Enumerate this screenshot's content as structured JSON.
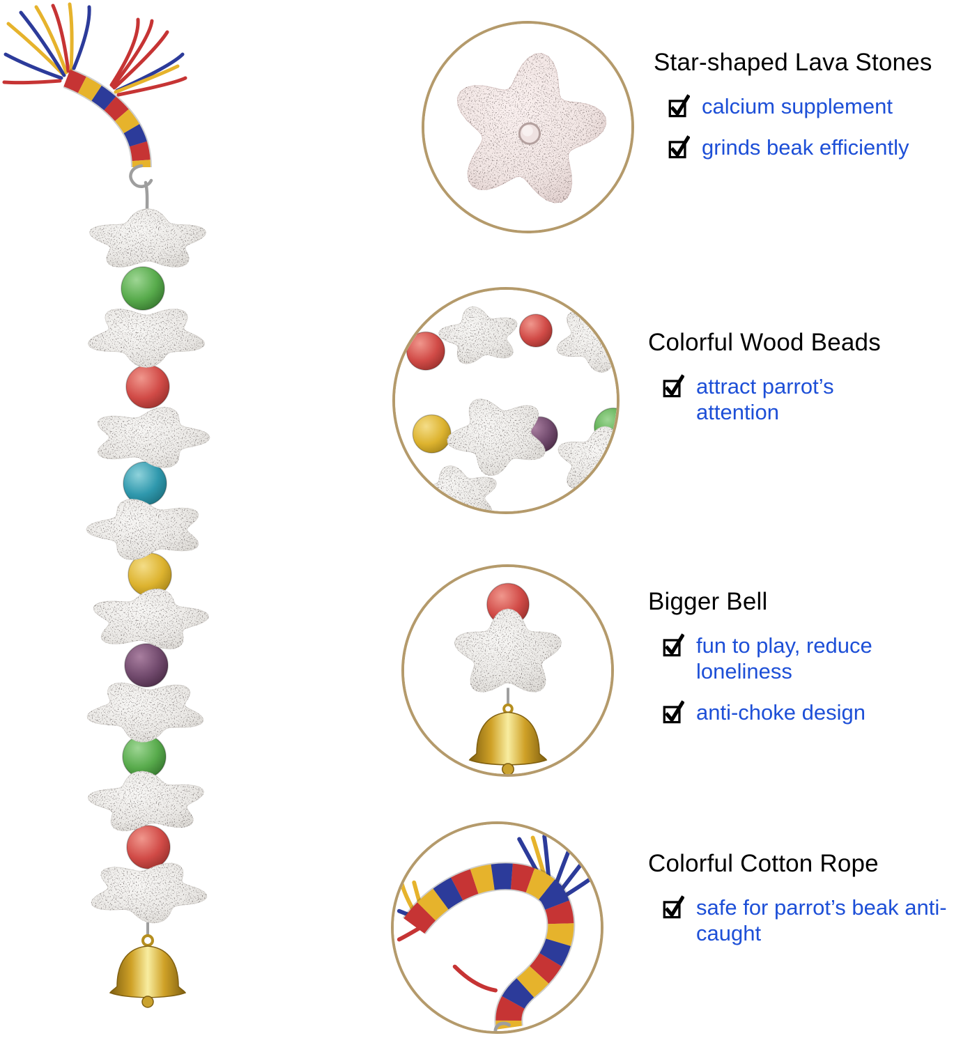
{
  "callouts": [
    {
      "title": "Star-shaped Lava Stones",
      "bullets": [
        "calcium supplement",
        "grinds beak efficiently"
      ]
    },
    {
      "title": "Colorful Wood Beads",
      "bullets": [
        "attract parrot’s attention"
      ]
    },
    {
      "title": "Bigger Bell",
      "bullets": [
        "fun to play, reduce loneliness",
        "anti-choke design"
      ]
    },
    {
      "title": "Colorful Cotton Rope",
      "bullets": [
        "safe for parrot’s beak anti-caught"
      ]
    }
  ],
  "colors": {
    "bullet_text_blue": "#1d4fd7",
    "heading_black": "#000000",
    "circle_border_tan": "#b49a6b",
    "stone_white": "#ebe9e6",
    "stone_pink": "#f1e5e3",
    "bead_green": "#58ab4c",
    "bead_red": "#d14b47",
    "bead_teal": "#2f98ad",
    "bead_yellow": "#ddb32f",
    "bead_purple": "#714a6d",
    "rope_red": "#c63434",
    "rope_blue": "#2c3b9a",
    "rope_yellow": "#e6b32c",
    "bell_gold": "#cfa127",
    "hook_gray": "#9e9e9e"
  },
  "product": {
    "stone_count": 8,
    "bead_sequence_top_to_bottom": [
      "green",
      "red",
      "teal",
      "yellow",
      "purple",
      "green",
      "red"
    ]
  }
}
